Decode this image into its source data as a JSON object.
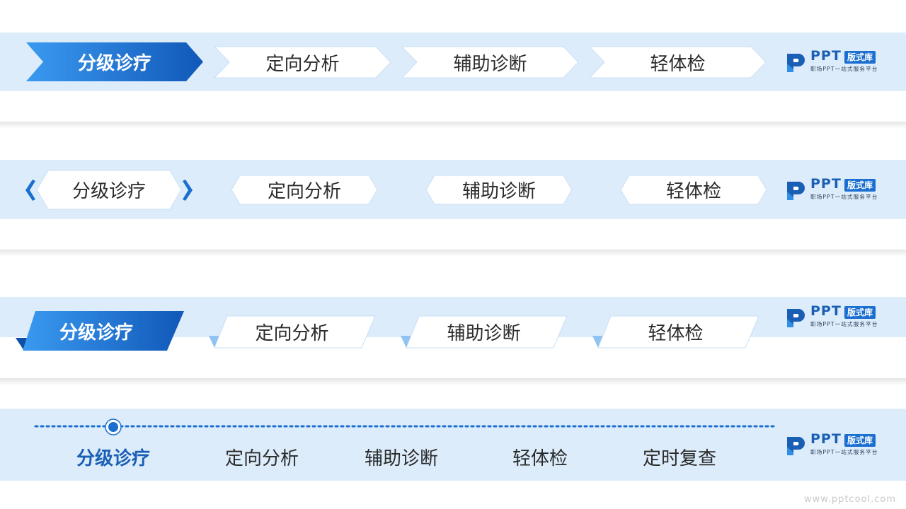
{
  "nav1": {
    "items": [
      "分级诊疗",
      "定向分析",
      "辅助诊断",
      "轻体检"
    ]
  },
  "nav2": {
    "items": [
      "分级诊疗",
      "定向分析",
      "辅助诊断",
      "轻体检"
    ],
    "prev_icon": "chevron-left-icon",
    "next_icon": "chevron-right-icon"
  },
  "nav3": {
    "items": [
      "分级诊疗",
      "定向分析",
      "辅助诊断",
      "轻体检"
    ]
  },
  "nav4": {
    "items": [
      "分级诊疗",
      "定向分析",
      "辅助诊断",
      "轻体检",
      "定时复查"
    ]
  },
  "logo": {
    "brand": "PPT",
    "badge": "版式库",
    "slogan": "职场PPT一站式服务平台"
  },
  "watermark": "www.pptcool.com",
  "colors": {
    "band": "#dcecfb",
    "accent_dark": "#1565c0",
    "accent_light": "#2f8ee8",
    "text": "#2b2b2b"
  }
}
